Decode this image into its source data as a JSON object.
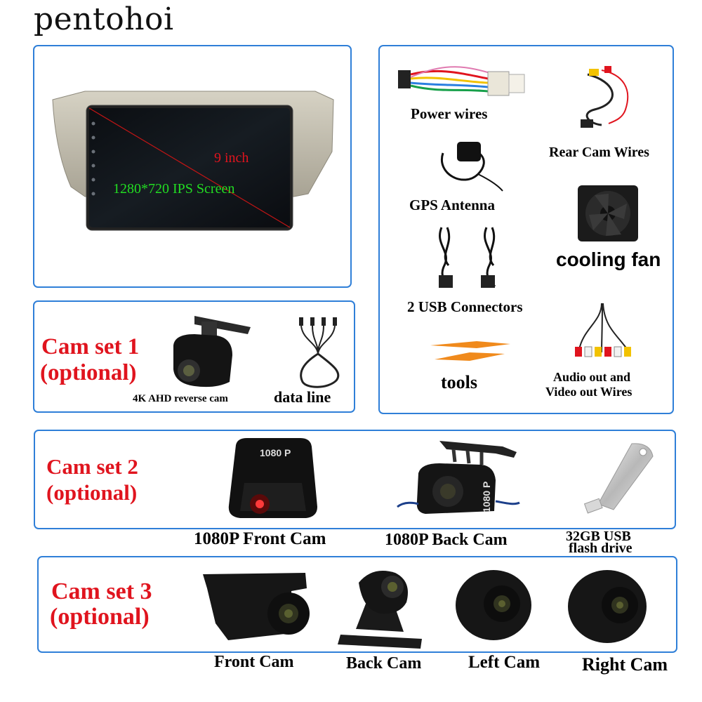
{
  "brand": "pentohoi",
  "screen": {
    "size_label": "9 inch",
    "resolution_label": "1280*720 IPS Screen"
  },
  "accessories": {
    "power_wires": "Power wires",
    "rear_cam_wires": "Rear Cam Wires",
    "gps_antenna": "GPS Antenna",
    "cooling_fan": "cooling fan",
    "usb_connectors": "2 USB Connectors",
    "tools": "tools",
    "av_wires_line1": "Audio out and",
    "av_wires_line2": "Video out Wires"
  },
  "cam_set_1": {
    "title_line1": "Cam set 1",
    "title_line2": "(optional)",
    "reverse_cam": "4K AHD reverse cam",
    "data_line": "data line"
  },
  "cam_set_2": {
    "title_line1": "Cam set 2",
    "title_line2": "(optional)",
    "front_cam": "1080P Front Cam",
    "back_cam": "1080P Back Cam",
    "usb_line1": "32GB USB",
    "usb_line2": "flash drive",
    "device_badge": "1080 P",
    "back_cam_badge": "1080 P"
  },
  "cam_set_3": {
    "title_line1": "Cam set 3",
    "title_line2": "(optional)",
    "front_cam": "Front Cam",
    "back_cam": "Back Cam",
    "left_cam": "Left Cam",
    "right_cam": "Right Cam"
  },
  "colors": {
    "border": "#2f7fd8",
    "title_red": "#e0141e",
    "screen_red": "#e0141e",
    "screen_green": "#22dd22"
  }
}
